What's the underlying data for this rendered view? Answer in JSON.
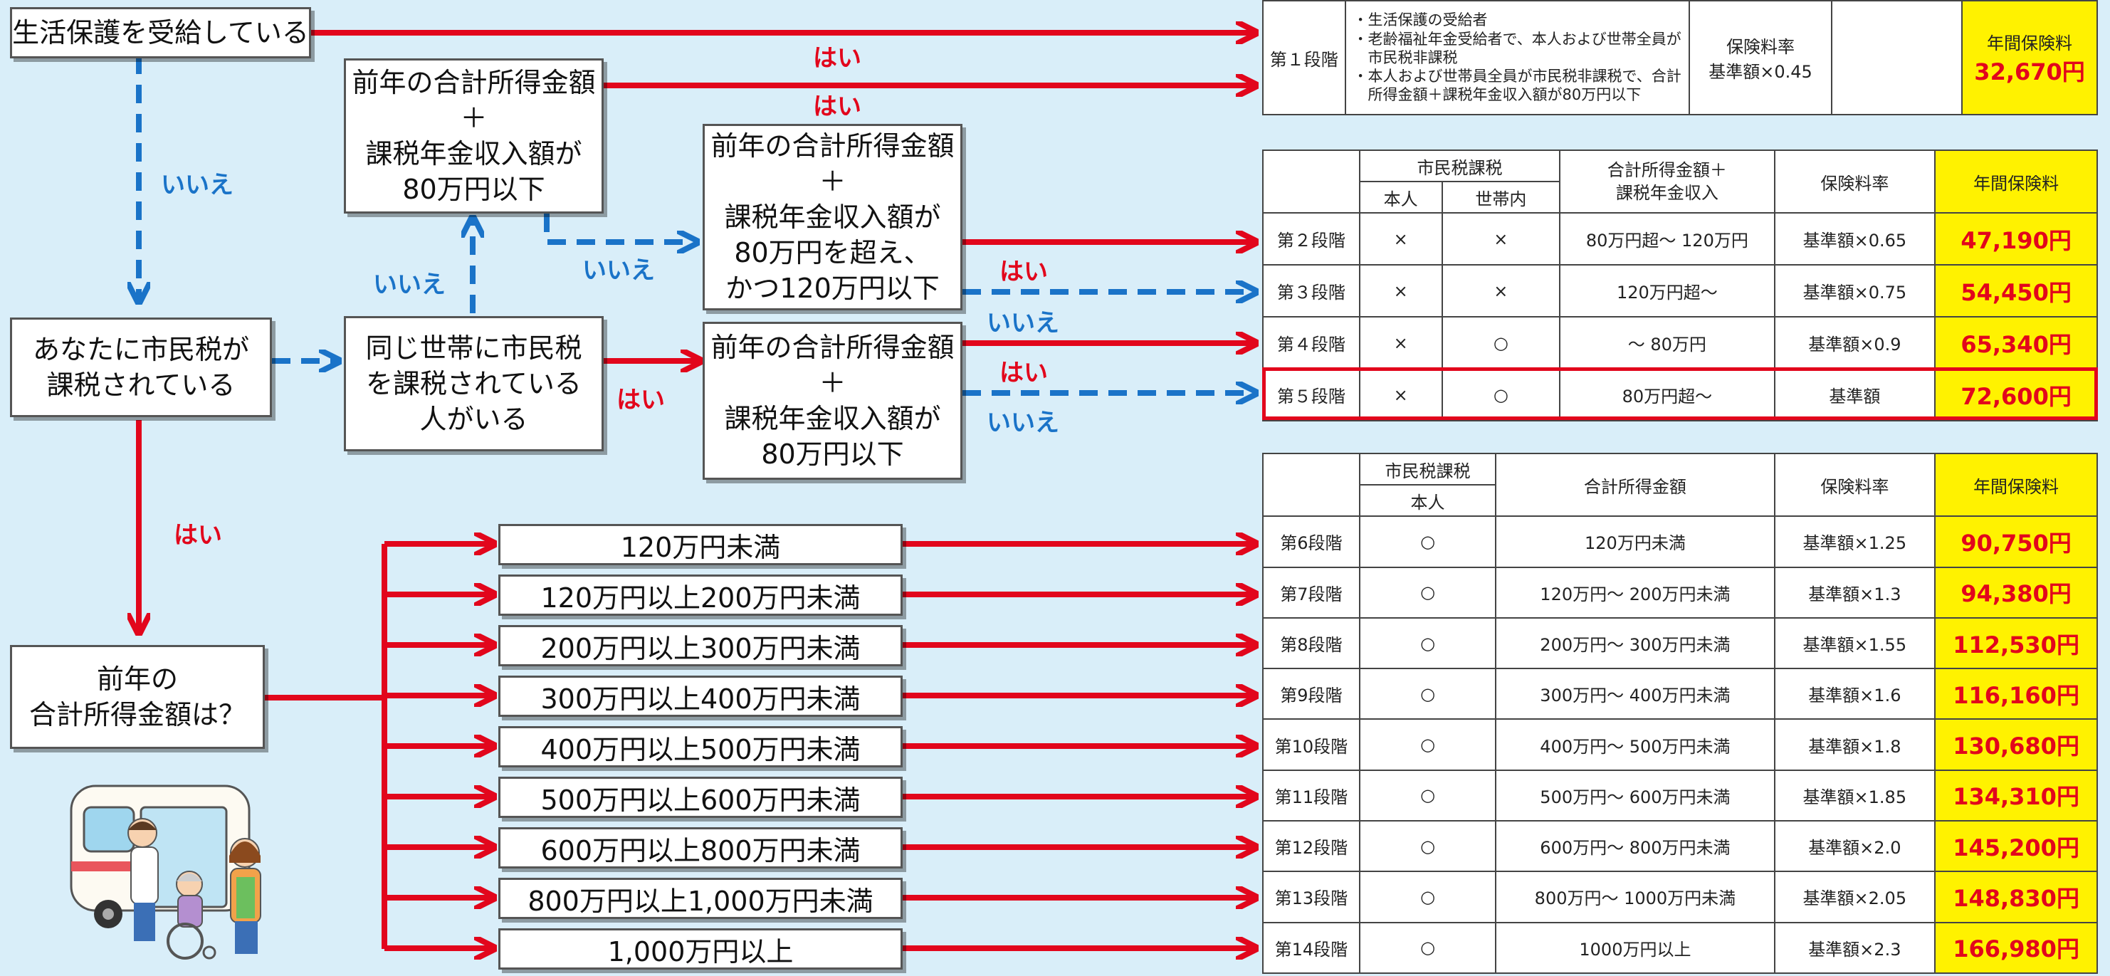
{
  "flow": {
    "q_welfare": "生活保護を受給している",
    "q_low_income": "前年の合計所得金額\n＋\n課税年金収入額が\n80万円以下",
    "q_mid_income": "前年の合計所得金額\n＋\n課税年金収入額が\n80万円を超え、\nかつ120万円以下",
    "q_taxed_self": "あなたに市民税が\n課税されている",
    "q_household": "同じ世帯に市民税\nを課税されている\n人がいる",
    "q_household_income": "前年の合計所得金額\n＋\n課税年金収入額が\n80万円以下",
    "q_total_income": "前年の\n合計所得金額は？",
    "yes": "はい",
    "no": "いいえ"
  },
  "income_brackets": [
    "120万円未満",
    "120万円以上200万円未満",
    "200万円以上300万円未満",
    "300万円以上400万円未満",
    "400万円以上500万円未満",
    "500万円以上600万円未満",
    "600万円以上800万円未満",
    "800万円以上1,000万円未満",
    "1,000万円以上"
  ],
  "tier1": {
    "stage": "第１段階",
    "notes": [
      "・生活保護の受給者",
      "・老齢福祉年金受給者で、本人および世帯全員が",
      "　市民税非課税",
      "・本人および世帯員全員が市民税非課税で、合計",
      "　所得金額＋課税年金収入額が80万円以下"
    ],
    "rate_label": "保険料率",
    "rate": "基準額×0.45",
    "fee_label": "年間保険料",
    "fee": "32,670円"
  },
  "table2": {
    "headers": {
      "tax": "市民税課税",
      "self": "本人",
      "household": "世帯内",
      "income": "合計所得金額＋\n課税年金収入",
      "rate": "保険料率",
      "fee": "年間保険料"
    },
    "rows": [
      {
        "stage": "第２段階",
        "self": "×",
        "household": "×",
        "income": "80万円超～ 120万円",
        "rate": "基準額×0.65",
        "fee": "47,190円"
      },
      {
        "stage": "第３段階",
        "self": "×",
        "household": "×",
        "income": "120万円超～",
        "rate": "基準額×0.75",
        "fee": "54,450円"
      },
      {
        "stage": "第４段階",
        "self": "×",
        "household": "○",
        "income": "～ 80万円",
        "rate": "基準額×0.9",
        "fee": "65,340円"
      },
      {
        "stage": "第５段階",
        "self": "×",
        "household": "○",
        "income": "80万円超～",
        "rate": "基準額",
        "fee": "72,600円"
      }
    ]
  },
  "table3": {
    "headers": {
      "tax": "市民税課税",
      "self": "本人",
      "income": "合計所得金額",
      "rate": "保険料率",
      "fee": "年間保険料"
    },
    "rows": [
      {
        "stage": "第6段階",
        "self": "○",
        "income": "120万円未満",
        "rate": "基準額×1.25",
        "fee": "90,750円"
      },
      {
        "stage": "第7段階",
        "self": "○",
        "income": "120万円～ 200万円未満",
        "rate": "基準額×1.3",
        "fee": "94,380円"
      },
      {
        "stage": "第8段階",
        "self": "○",
        "income": "200万円～ 300万円未満",
        "rate": "基準額×1.55",
        "fee": "112,530円"
      },
      {
        "stage": "第9段階",
        "self": "○",
        "income": "300万円～ 400万円未満",
        "rate": "基準額×1.6",
        "fee": "116,160円"
      },
      {
        "stage": "第10段階",
        "self": "○",
        "income": "400万円～ 500万円未満",
        "rate": "基準額×1.8",
        "fee": "130,680円"
      },
      {
        "stage": "第11段階",
        "self": "○",
        "income": "500万円～ 600万円未満",
        "rate": "基準額×1.85",
        "fee": "134,310円"
      },
      {
        "stage": "第12段階",
        "self": "○",
        "income": "600万円～ 800万円未満",
        "rate": "基準額×2.0",
        "fee": "145,200円"
      },
      {
        "stage": "第13段階",
        "self": "○",
        "income": "800万円～ 1000万円未満",
        "rate": "基準額×2.05",
        "fee": "148,830円"
      },
      {
        "stage": "第14段階",
        "self": "○",
        "income": "1000万円以上",
        "rate": "基準額×2.3",
        "fee": "166,980円"
      }
    ]
  },
  "colors": {
    "yes_arrow": "#e2061c",
    "no_arrow": "#1a73c8",
    "fee_bg": "#fff200",
    "background": "#d9eef9"
  }
}
